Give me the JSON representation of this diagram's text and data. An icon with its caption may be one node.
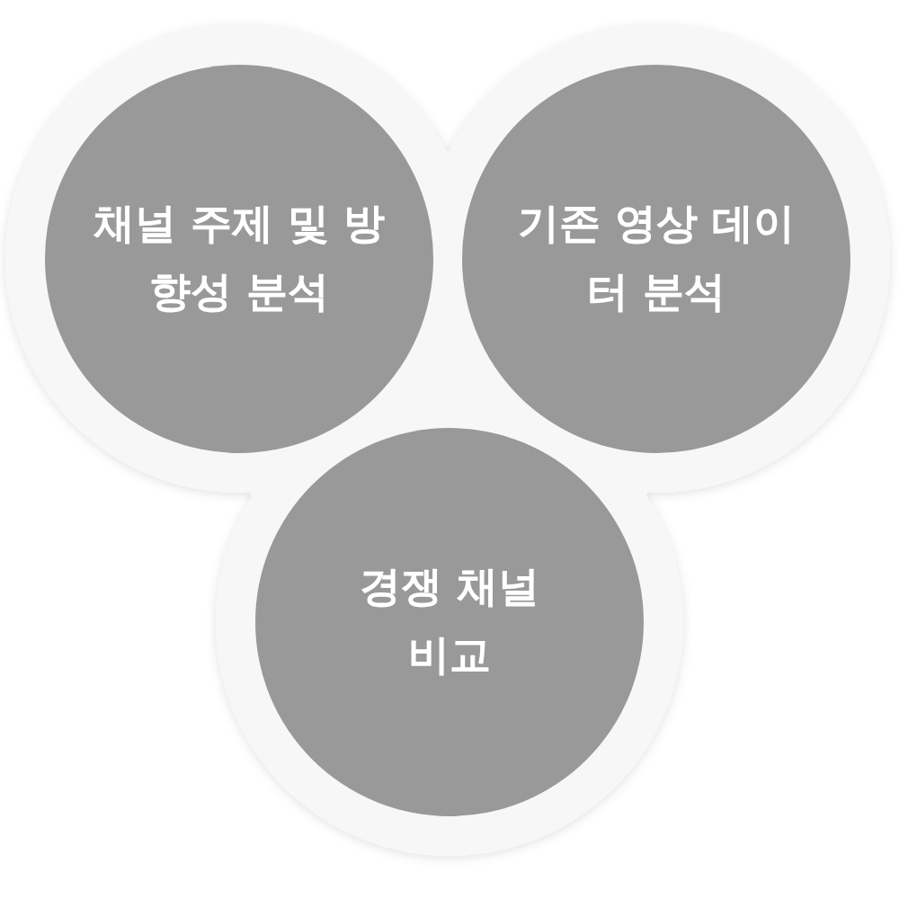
{
  "diagram": {
    "nodes": [
      {
        "text": [
          "채널 주제 및 방향성 분석"
        ]
      },
      {
        "text": [
          "기존 영상 데이터 분석"
        ]
      },
      {
        "text": [
          "경쟁 채널 비교"
        ]
      }
    ]
  }
}
